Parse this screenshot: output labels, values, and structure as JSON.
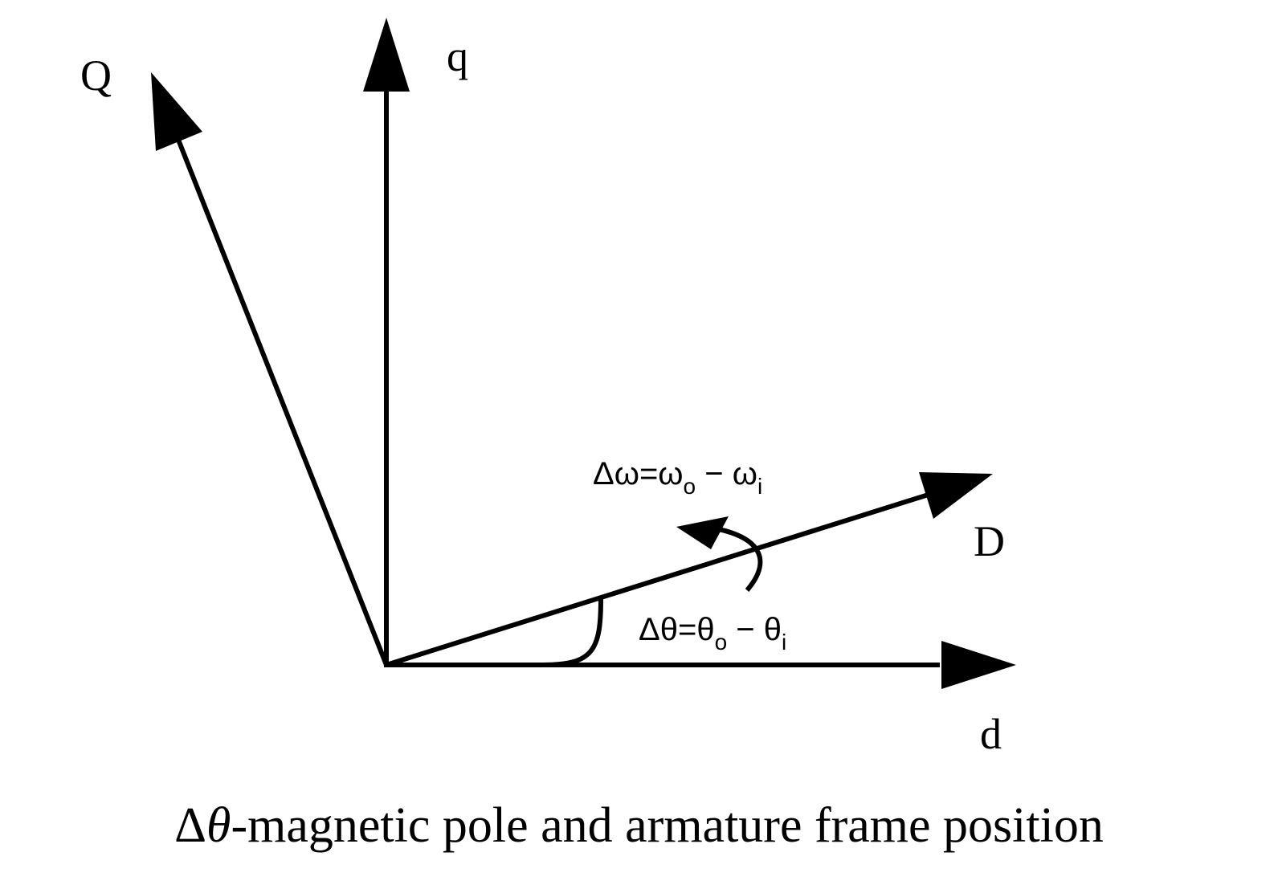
{
  "diagram": {
    "axes": {
      "q": "q",
      "Q": "Q",
      "D": "D",
      "d": "d"
    },
    "speed_formula": {
      "prefix": "Δω=ω",
      "sub_o": "o",
      "minus": " − ω",
      "sub_i": "i"
    },
    "angle_formula": {
      "prefix": "Δθ=θ",
      "sub_o": "o",
      "minus": " − θ",
      "sub_i": "i"
    },
    "caption": {
      "symbol": "Δ",
      "theta": "θ",
      "text": "-magnetic pole and armature frame position"
    }
  }
}
